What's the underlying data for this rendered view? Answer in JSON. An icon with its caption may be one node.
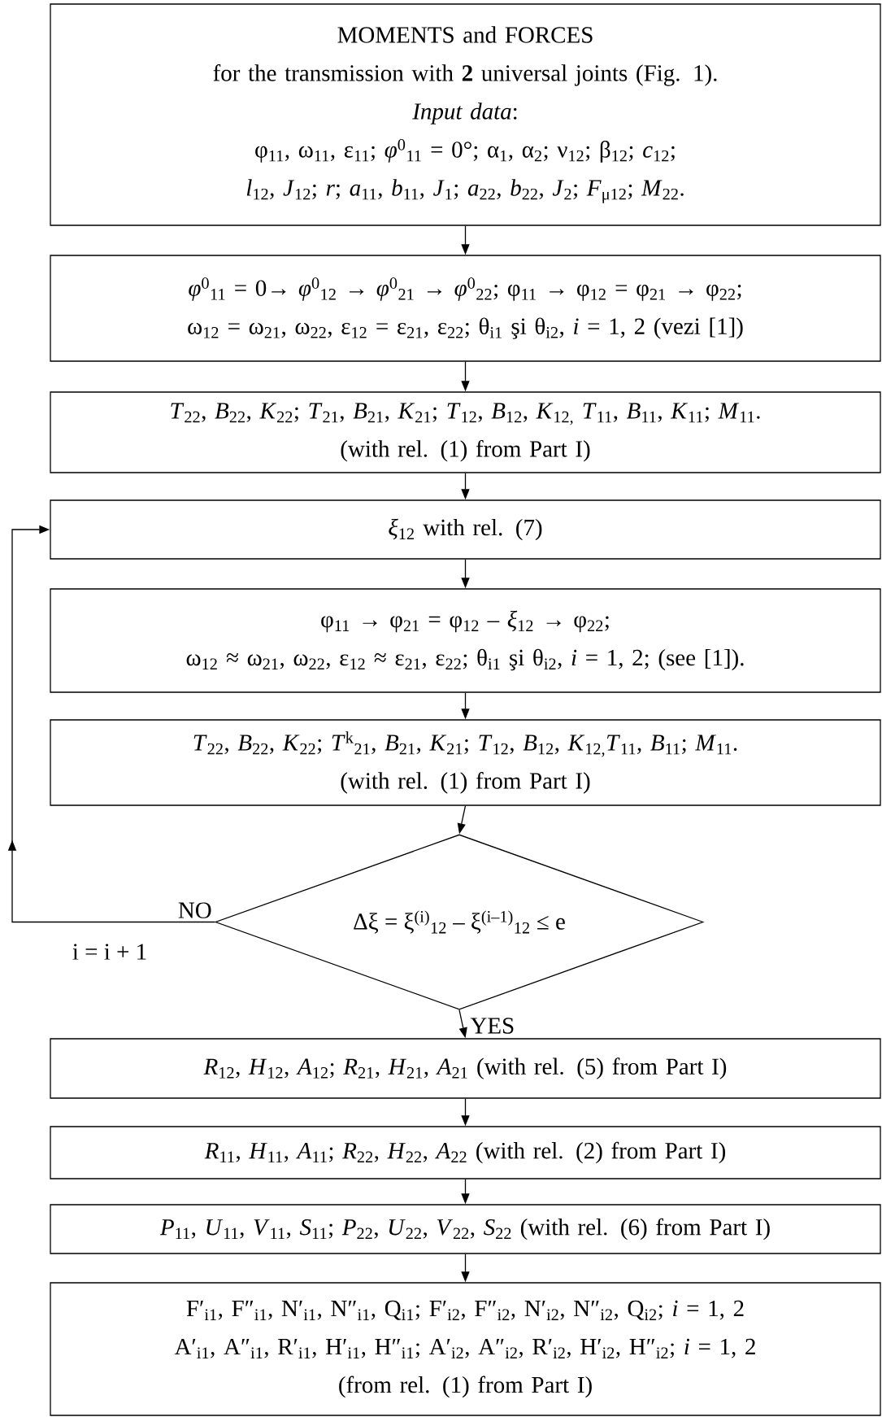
{
  "diagram": {
    "nodes": [
      {
        "text": [
          "MOMENTS and FORCES",
          "for the transmission with **2** universal joints (Fig. 1).",
          "*Input data*:",
          "φ$_{11}$, ω$_{11}$, ε$_{11}$; *φ*$^{0}$$_{11}$ = 0°; α$_{1}$, α$_{2}$; ν$_{12}$; β$_{12}$; *c*$_{12}$;",
          "*l*$_{12}$, *J*$_{12}$; *r*; *a*$_{11}$, *b*$_{11}$, *J*$_{1}$; *a*$_{22}$, *b*$_{22}$, *J*$_{2}$; *F*$_{μ12}$; *M*$_{22}$."
        ]
      },
      {
        "text": [
          "*φ*$^{0}$$_{11}$ = 0→ *φ*$^{0}$$_{12}$ → *φ*$^{0}$$_{21}$ → *φ*$^{0}$$_{22}$; φ$_{11}$ → φ$_{12}$ = φ$_{21}$ → φ$_{22}$;",
          "ω$_{12}$ = ω$_{21}$, ω$_{22}$, ε$_{12}$ = ε$_{21}$, ε$_{22}$; θ$_{i1}$ şi θ$_{i2}$, *i* = 1, 2 (vezi [1])"
        ]
      },
      {
        "text": [
          "*T*$_{22}$, *B*$_{22}$, *K*$_{22}$; *T*$_{21}$, *B*$_{21}$, *K*$_{21}$; *T*$_{12}$, *B*$_{12}$, *K*$_{12,}$ *T*$_{11}$, *B*$_{11}$, *K*$_{11}$; *M*$_{11}$.",
          "(with rel. (1) from Part I)"
        ]
      },
      {
        "text": [
          "*ξ*$_{12}$ with rel. (7)"
        ]
      },
      {
        "text": [
          "φ$_{11}$ → φ$_{21}$ = φ$_{12}$ – *ξ*$_{12}$ → φ$_{22}$;",
          "ω$_{12}$ ≈ ω$_{21}$, ω$_{22}$, ε$_{12}$ ≈ ε$_{21}$, ε$_{22}$; θ$_{i1}$ şi θ$_{i2}$, *i* = 1, 2; (see [1])."
        ]
      },
      {
        "text": [
          "*T*$_{22}$, *B*$_{22}$, *K*$_{22}$; *T*$^{k}$$_{21}$, *B*$_{21}$, *K*$_{21}$; *T*$_{12}$, *B*$_{12}$, *K*$_{12,}$*T*$_{11}$, *B*$_{11}$; *M*$_{11}$.",
          "(with rel. (1) from Part I)"
        ]
      },
      {
        "text": [
          "Δξ = ξ$^{(i)}$$_{12}$ – ξ$^{(i–1)}$$_{12}$ ≤ e"
        ]
      },
      {
        "text": [
          "*R*$_{12}$, *H*$_{12}$, *A*$_{12}$; *R*$_{21}$, *H*$_{21}$, *A*$_{21}$ (with rel. (5) from Part I)"
        ]
      },
      {
        "text": [
          "*R*$_{11}$, *H*$_{11}$, *A*$_{11}$; *R*$_{22}$, *H*$_{22}$, *A*$_{22}$ (with rel. (2) from Part I)"
        ]
      },
      {
        "text": [
          "*P*$_{11}$, *U*$_{11}$, *V*$_{11}$, *S*$_{11}$; *P*$_{22}$, *U*$_{22}$, *V*$_{22}$, *S*$_{22}$ (with rel. (6) from Part I)"
        ]
      },
      {
        "text": [
          "F′$_{i1}$, F″$_{i1}$, N′$_{i1}$, N″$_{i1}$, Q$_{i1}$; F′$_{i2}$, F″$_{i2}$, N′$_{i2}$, N″$_{i2}$, Q$_{i2}$; *i* = 1, 2",
          "A′$_{i1}$, A″$_{i1}$, R′$_{i1}$, H′$_{i1}$, H″$_{i1}$; A′$_{i2}$, A″$_{i2}$, R′$_{i2}$, H′$_{i2}$, H″$_{i2}$; *i* = 1, 2",
          "(from rel. (1) from Part I)"
        ]
      }
    ],
    "edges": [
      {
        "from": 0,
        "to": 1,
        "arrow": "to"
      },
      {
        "from": 1,
        "to": 2,
        "arrow": "to"
      },
      {
        "from": 2,
        "to": 3,
        "arrow": "to"
      },
      {
        "from": 3,
        "to": 4,
        "arrow": "to"
      },
      {
        "from": 4,
        "to": 5,
        "arrow": "to"
      },
      {
        "from": 5,
        "to": 6,
        "arrow": "to"
      },
      {
        "from": 6,
        "to": 3,
        "arrow": "to",
        "label": "NO"
      },
      {
        "from": 6,
        "to": 7,
        "arrow": "to",
        "label": "YES"
      },
      {
        "from": 7,
        "to": 8,
        "arrow": "to"
      },
      {
        "from": 8,
        "to": 9,
        "arrow": "to"
      },
      {
        "from": 9,
        "to": 10,
        "arrow": "to"
      }
    ],
    "labels": [
      "i = i + 1"
    ]
  }
}
